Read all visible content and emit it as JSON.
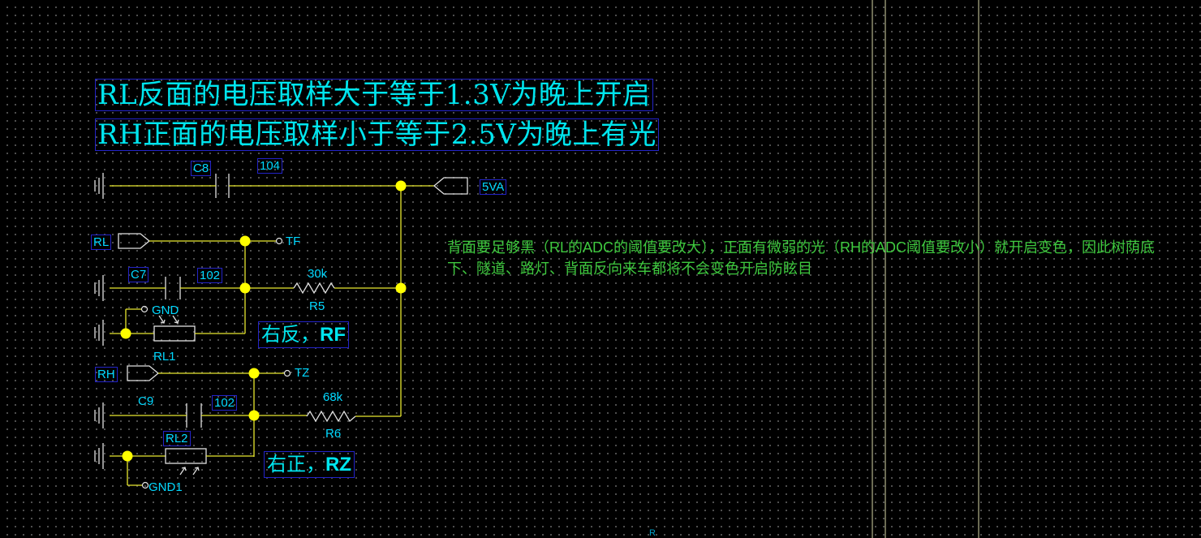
{
  "notes": {
    "title_line_1": "RL反面的电压取样大于等于1.3V为晚上开启",
    "title_line_2": "RH正面的电压取样小于等于2.5V为晚上有光",
    "right_front_cn": "右反，",
    "right_front_en": "RF",
    "right_side_cn": "右正，",
    "right_side_en": "RZ",
    "description": "背面要足够黑（RL的ADC的阈值要改大），正面有微弱的光（RH的ADC阈值要改小）就开启变色，因此树荫底下、隧道、路灯、背面反向来车都将不会变色开启防眩目"
  },
  "components": {
    "c8_ref": "C8",
    "c8_value": "104",
    "c7_ref": "C7",
    "c7_value": "102",
    "c9_ref": "C9",
    "c9_value": "102",
    "r5_ref": "R5",
    "r5_value": "30k",
    "r6_ref": "R6",
    "r6_value": "68k",
    "rl1_ref": "RL1",
    "rl2_ref": "RL2"
  },
  "nets": {
    "power": "5VA",
    "rl": "RL",
    "rh": "RH",
    "tf": "TF",
    "tz": "TZ",
    "gnd": "GND",
    "gnd1": "GND1"
  },
  "sheet": {
    "bottom_marker": "R"
  },
  "colors": {
    "background": "#000000",
    "wire": "#e8e830",
    "junction": "#ffff00",
    "label": "#00d8ff",
    "note": "#00e5ee",
    "description": "#3ec83e",
    "text_frame": "#2323c8"
  }
}
